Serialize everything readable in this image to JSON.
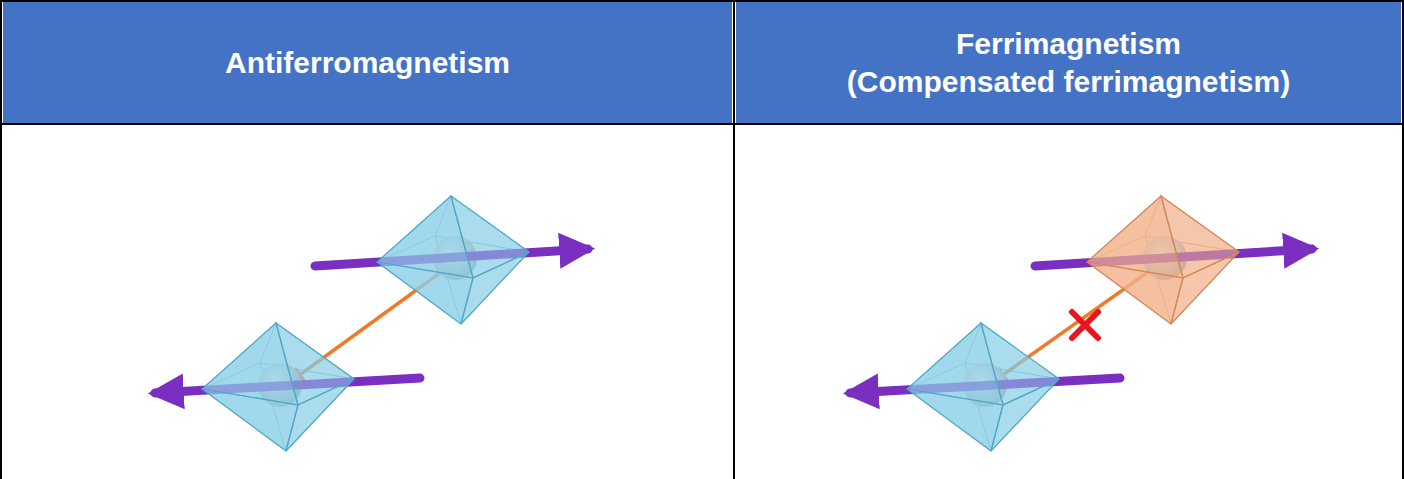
{
  "diagram": {
    "nodes": [
      {
        "text": [
          "Antiferromagnetism"
        ]
      },
      {
        "text": [
          "Ferrimagnetism",
          "(Compensated ferrimagnetism)"
        ]
      }
    ]
  }
}
